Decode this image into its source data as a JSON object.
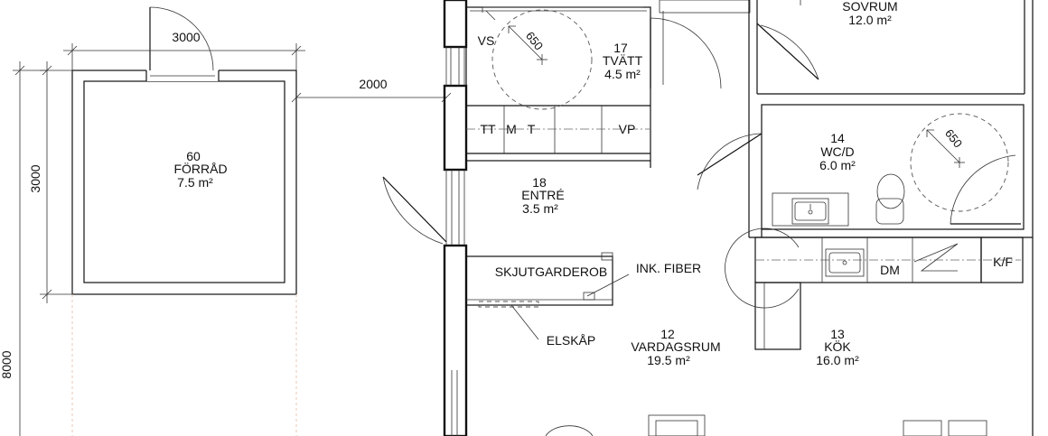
{
  "dimensions": {
    "storage_width": "3000",
    "gap": "2000",
    "storage_height": "3000",
    "left_height": "8000"
  },
  "rooms": {
    "forrad": {
      "number": "60",
      "name": "FÖRRÅD",
      "area": "7.5 m²"
    },
    "tvatt": {
      "number": "17",
      "name": "TVÄTT",
      "area": "4.5 m²"
    },
    "sovrum": {
      "name": "SOVRUM",
      "area": "12.0 m²"
    },
    "wcd": {
      "number": "14",
      "name": "WC/D",
      "area": "6.0 m²"
    },
    "entre": {
      "number": "18",
      "name": "ENTRÉ",
      "area": "3.5 m²"
    },
    "vardagsrum": {
      "number": "12",
      "name": "VARDAGSRUM",
      "area": "19.5 m²"
    },
    "kok": {
      "number": "13",
      "name": "KÖK",
      "area": "16.0 m²"
    }
  },
  "fixtures": {
    "vs": "VS",
    "turning_circle": "650",
    "tt": "TT",
    "m": "M",
    "t": "T",
    "vp": "VP",
    "wardrobe": "SKJUTGARDEROB",
    "fiber": "INK. FIBER",
    "elskap": "ELSKÅP",
    "dm": "DM",
    "kf": "K/F"
  }
}
